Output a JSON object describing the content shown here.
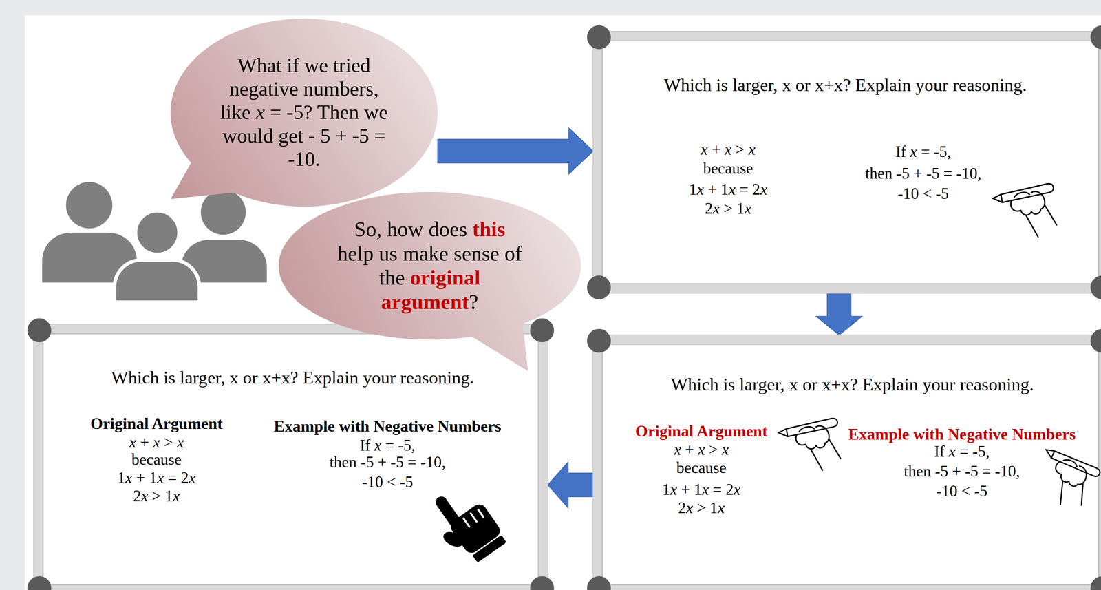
{
  "diagram": {
    "nodes": [
      {
        "text": [
          "What if we tried negative numbers, like x = -5? Then we would get - 5 + -5 = -10."
        ]
      },
      {
        "text": [
          "Which is larger, x or x+x? Explain your reasoning.",
          "x + x > x",
          "because",
          "1x + 1x = 2x",
          "2x > 1x",
          "If x = -5,",
          "then -5 + -5 = -10,",
          "-10 < -5"
        ]
      },
      {
        "text": [
          "Which is larger, x or x+x? Explain your reasoning.",
          "Original Argument",
          "x + x > x",
          "because",
          "1x + 1x = 2x",
          "2x > 1x",
          "Example with Negative Numbers",
          "If x = -5,",
          "then -5 + -5 = -10,",
          "-10 < -5"
        ]
      },
      {
        "text": [
          "Which is larger, x or x+x? Explain your reasoning.",
          "Original Argument",
          "x + x > x",
          "because",
          "1x + 1x = 2x",
          "2x > 1x",
          "Example with Negative Numbers",
          "If x = -5,",
          "then -5 + -5 = -10,",
          "-10 < -5"
        ]
      },
      {
        "text": [
          "So, how does this help us make sense of the original argument?"
        ]
      }
    ],
    "edges": [
      {
        "from": 0,
        "to": 1,
        "arrow": "to"
      },
      {
        "from": 1,
        "to": 2,
        "arrow": "to"
      },
      {
        "from": 2,
        "to": 3,
        "arrow": "to"
      }
    ]
  }
}
